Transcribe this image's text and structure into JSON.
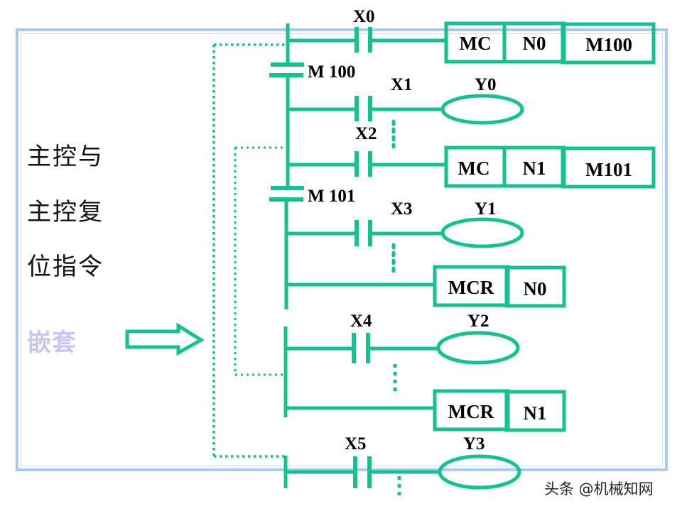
{
  "slide": {
    "title_lines": [
      "主控与",
      "主控复",
      "位指令"
    ],
    "nesting_label": "嵌套",
    "watermark": "头条 @机械知网"
  },
  "colors": {
    "ladder": "#14c28f",
    "frame": "#a9c9ec",
    "nesting_text": "#c9c6ee",
    "text": "#000000"
  },
  "ladder": {
    "rungs": [
      {
        "contact": "X0",
        "instruction": [
          "MC",
          "N0",
          "M100"
        ]
      },
      {
        "master_contact": "M 100"
      },
      {
        "contact": "X1",
        "coil": "Y0"
      },
      {
        "contact": "X2",
        "instruction": [
          "MC",
          "N1",
          "M101"
        ]
      },
      {
        "master_contact": "M 101"
      },
      {
        "contact": "X3",
        "coil": "Y1"
      },
      {
        "instruction": [
          "MCR",
          "N0"
        ]
      },
      {
        "contact": "X4",
        "coil": "Y2"
      },
      {
        "instruction": [
          "MCR",
          "N1"
        ]
      },
      {
        "contact": "X5",
        "coil": "Y3"
      }
    ],
    "labels": {
      "x0": "X0",
      "m100": "M 100",
      "x1": "X1",
      "y0": "Y0",
      "x2": "X2",
      "m101": "M 101",
      "x3": "X3",
      "y1": "Y1",
      "x4": "X4",
      "y2": "Y2",
      "x5": "X5",
      "y3": "Y3",
      "mc1": "MC",
      "n0a": "N0",
      "m100box": "M100",
      "mc2": "MC",
      "n1a": "N1",
      "m101box": "M101",
      "mcr1": "MCR",
      "n0b": "N0",
      "mcr2": "MCR",
      "n1b": "N1"
    }
  }
}
